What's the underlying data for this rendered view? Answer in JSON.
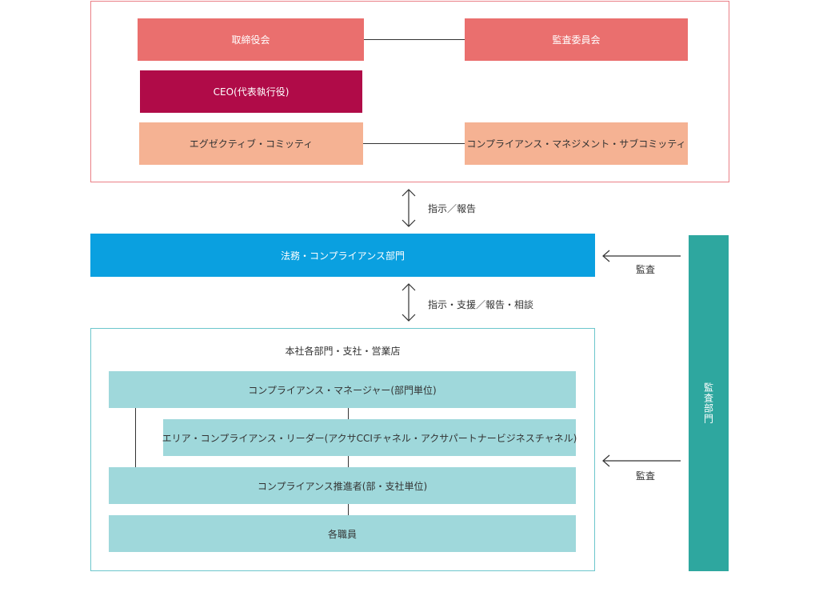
{
  "governance": {
    "board": "取締役会",
    "audit_committee": "監査委員会",
    "ceo": "CEO(代表執行役)",
    "executive_committee": "エグゼクティブ・コミッティ",
    "compliance_subcommittee": "コンプライアンス・マネジメント・サブコミッティ"
  },
  "flow_top_label": "指示／報告",
  "legal_dept": "法務・コンプライアンス部門",
  "flow_mid_label": "指示・支援／報告・相談",
  "branches": {
    "title": "本社各部門・支社・営業店",
    "compliance_manager": "コンプライアンス・マネージャー(部門単位)",
    "area_leader": "エリア・コンプライアンス・リーダー(アクサCCIチャネル・アクサパートナービジネスチャネル)",
    "promoter": "コンプライアンス推進者(部・支社単位)",
    "staff": "各職員"
  },
  "audit_dept": "監査部門",
  "audit_label_top": "監査",
  "audit_label_bottom": "監査",
  "colors": {
    "board_red": "#ea6f6e",
    "ceo_crimson": "#b00b48",
    "exec_peach": "#f5b293",
    "legal_blue": "#0aa0e0",
    "branch_teal": "#9fd8db",
    "audit_green": "#2ea79f",
    "top_frame": "#ea7f86",
    "bottom_frame": "#6cc6cc"
  },
  "icons": [
    "double-arrow-icon",
    "arrow-left-icon"
  ]
}
